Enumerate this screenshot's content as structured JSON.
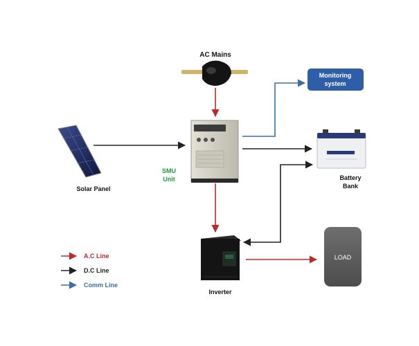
{
  "labels": {
    "ac_mains": "AC Mains",
    "monitoring_line1": "Monitoring",
    "monitoring_line2": "system",
    "solar_panel": "Solar Panel",
    "smu_line1": "SMU",
    "smu_line2": "Unit",
    "battery_line1": "Battery",
    "battery_line2": "Bank",
    "inverter": "Inverter",
    "load": "LOAD"
  },
  "legend": [
    {
      "label": "A.C Line",
      "color": "#c0292b"
    },
    {
      "label": "D.C Line",
      "color": "#222222"
    },
    {
      "label": "Comm Line",
      "color": "#3a6ea5"
    }
  ],
  "colors": {
    "ac_line": "#c0292b",
    "dc_line": "#222222",
    "comm_line": "#3a6ea5",
    "monitoring_box": "#2f5ea8",
    "smu_label": "#1c9a3e",
    "load_box": "#5f5f5f"
  }
}
